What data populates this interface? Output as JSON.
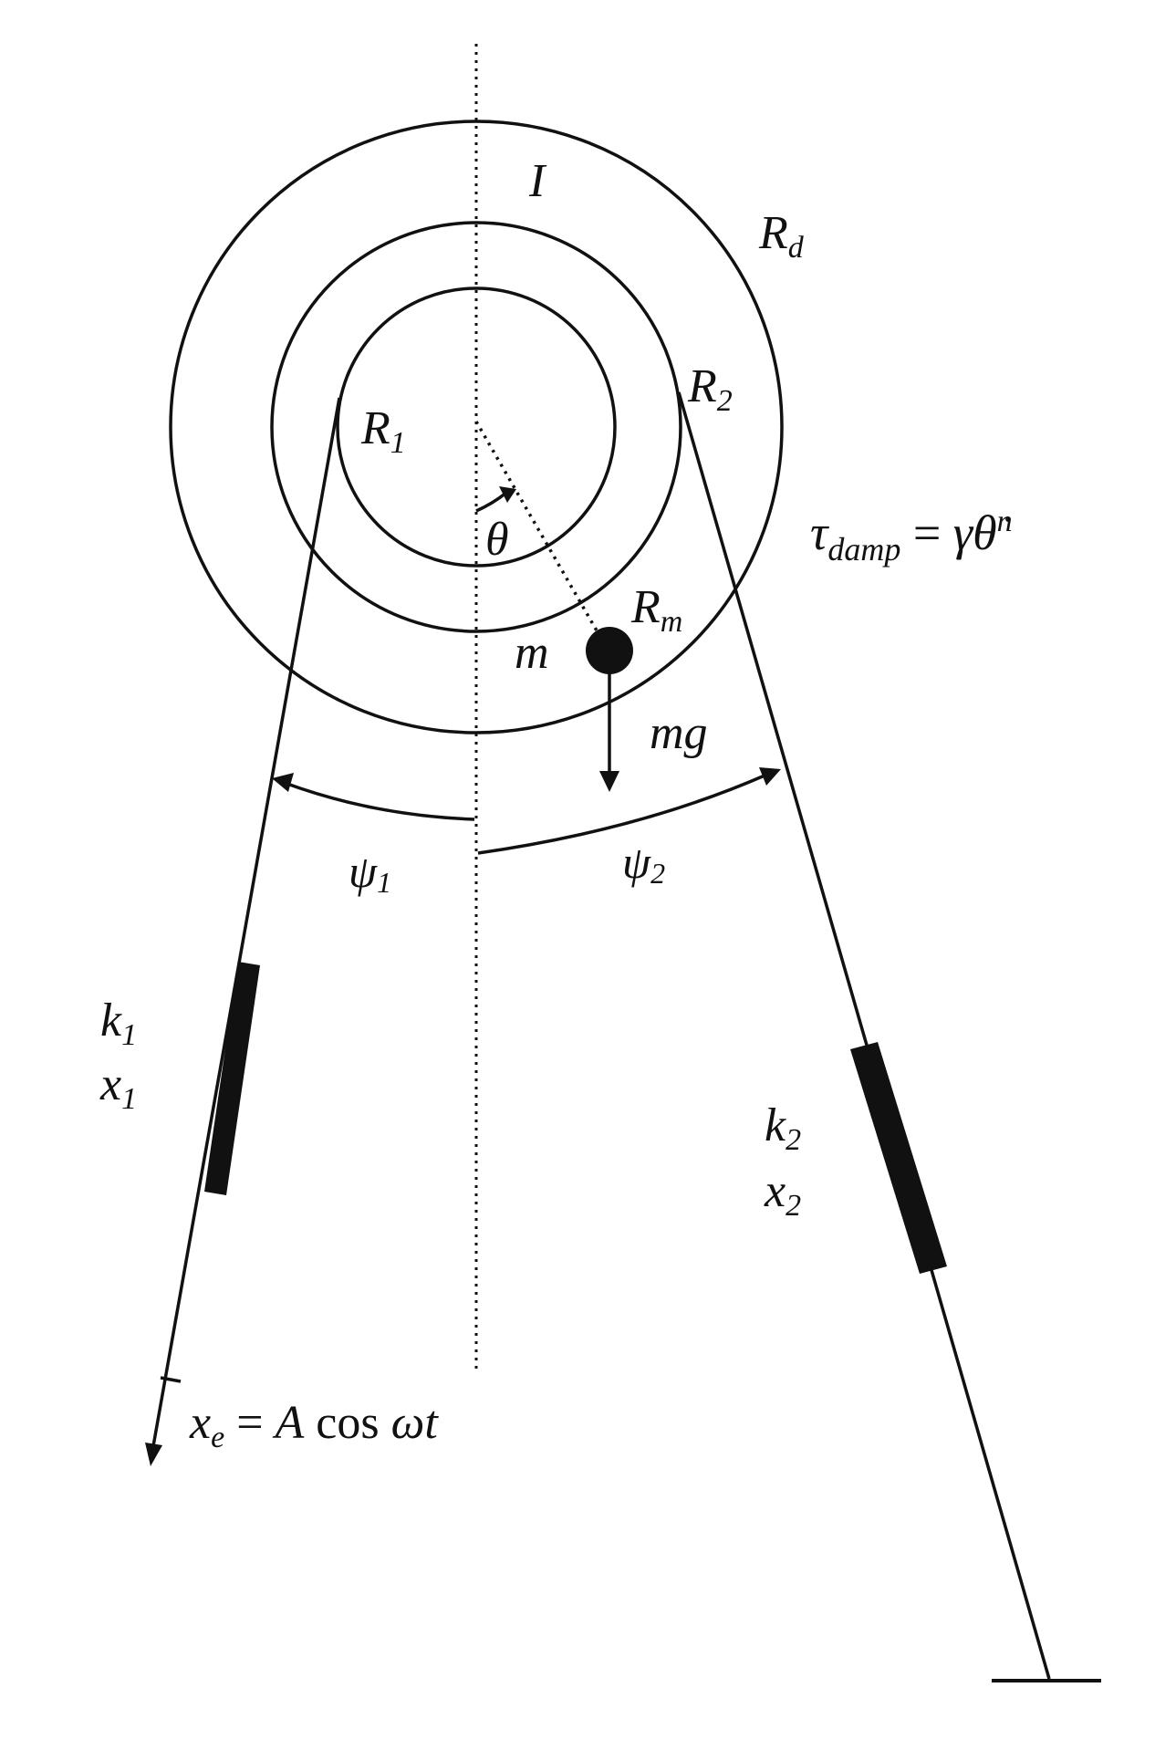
{
  "colors": {
    "ink": "#111111",
    "background": "#ffffff"
  },
  "labels": {
    "inertia": {
      "main": "I"
    },
    "disc_radius": {
      "main": "R",
      "sub": "d"
    },
    "radius_2": {
      "main": "R",
      "sub": "2"
    },
    "radius_1": {
      "main": "R",
      "sub": "1"
    },
    "mass_radius": {
      "main": "R",
      "sub": "m"
    },
    "theta": {
      "main": "θ"
    },
    "mass": {
      "main": "m"
    },
    "weight": {
      "main": "mg"
    },
    "psi_1": {
      "main": "ψ",
      "sub": "1"
    },
    "psi_2": {
      "main": "ψ",
      "sub": "2"
    },
    "k1": {
      "main": "k",
      "sub": "1"
    },
    "x1": {
      "main": "x",
      "sub": "1"
    },
    "k2": {
      "main": "k",
      "sub": "2"
    },
    "x2": {
      "main": "x",
      "sub": "2"
    },
    "damping": {
      "tau": "τ",
      "sub": "damp",
      "equals": " = ",
      "gamma": "γ",
      "theta_dot": "θ̇",
      "exp": "n"
    },
    "excitation": {
      "x": "x",
      "sub": "e",
      "equals": " = ",
      "A": "A",
      "cos": " cos ",
      "omega_t": "ωt"
    }
  }
}
